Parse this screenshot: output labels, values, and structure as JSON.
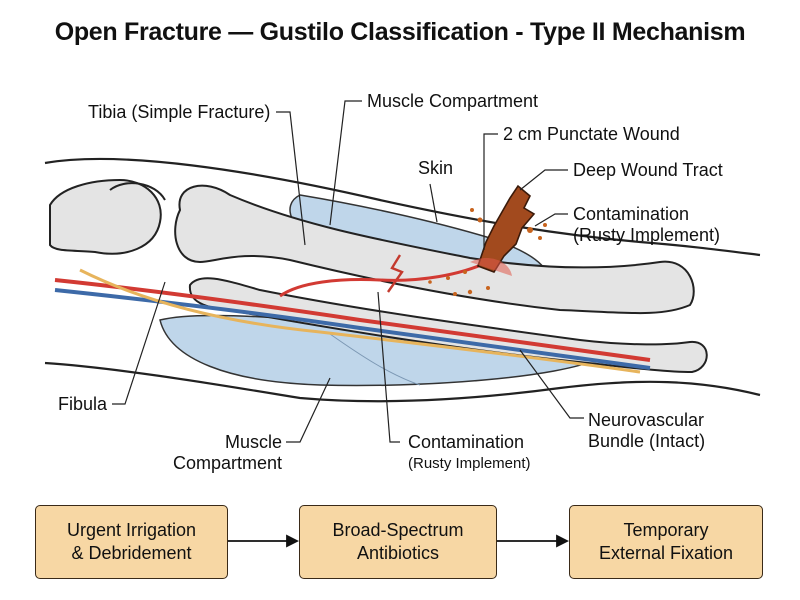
{
  "title": "Open Fracture — Gustilo Classification - Type II Mechanism",
  "labels": {
    "tibia": "Tibia (Simple Fracture)",
    "muscle_top": "Muscle Compartment",
    "wound": "2 cm Punctate Wound",
    "skin": "Skin",
    "deep_tract": "Deep Wound Tract",
    "contam_right_1": "Contamination",
    "contam_right_2": "(Rusty Implement)",
    "fibula": "Fibula",
    "muscle_bottom_1": "Muscle",
    "muscle_bottom_2": "Compartment",
    "contam_bottom_1": "Contamination",
    "contam_bottom_2": "(Rusty Implement)",
    "nv_1": "Neurovascular",
    "nv_2": "Bundle (Intact)"
  },
  "flow": [
    {
      "line1": "Urgent Irrigation",
      "line2": "& Debridement"
    },
    {
      "line1": "Broad-Spectrum",
      "line2": "Antibiotics"
    },
    {
      "line1": "Temporary",
      "line2": "External Fixation"
    }
  ],
  "colors": {
    "bone": "#e4e4e4",
    "muscle": "#bfd6ea",
    "artery": "#d23a33",
    "vein": "#3d6aa8",
    "nerve": "#e7b45c",
    "rust": "#a24a1e",
    "box_fill": "#f7d7a4"
  }
}
